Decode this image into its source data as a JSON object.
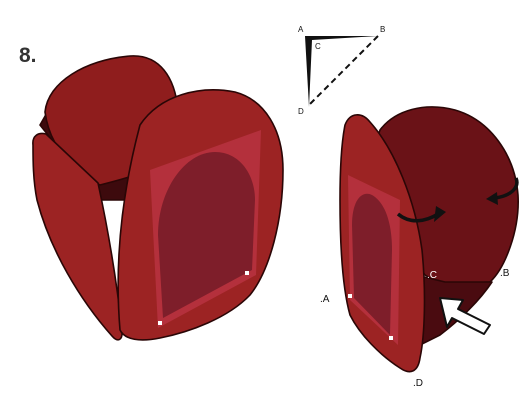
{
  "step": "8.",
  "key_diagram": {
    "labels": {
      "a": "A",
      "b": "B",
      "c": "C",
      "d": "D"
    }
  },
  "right_figure": {
    "labels": {
      "a": ".A",
      "b": ".B",
      "c": ".C",
      "d": ".D"
    }
  },
  "colors": {
    "panel_red": "#8f1d1d",
    "panel_red_light": "#9c2323",
    "panel_dark": "#6a1217",
    "window_frame": "#b4303c",
    "window_center": "#7e1e2a",
    "outline": "#2a0606",
    "interior": "#3d0a0d"
  },
  "icons": [
    "curved-arrow-icon",
    "curved-arrow-icon",
    "pointer-arrow-icon"
  ]
}
